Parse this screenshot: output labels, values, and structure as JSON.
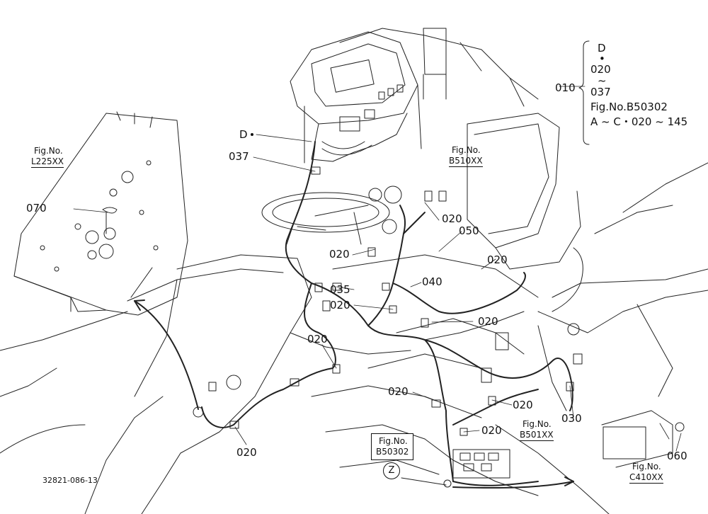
{
  "diagram_id": "32821-086-13",
  "note": {
    "number": "010",
    "lines": [
      "D",
      "•",
      "020",
      "~",
      "037",
      "Fig.No.B50302",
      "A ~ C・020 ~ 145"
    ]
  },
  "references": {
    "fig_l225": {
      "prefix": "Fig.No.",
      "code": "L225XX"
    },
    "fig_b510": {
      "prefix": "Fig.No.",
      "code": "B510XX"
    },
    "fig_b50302": {
      "prefix": "Fig.No.",
      "code": "B50302",
      "marker": "Z"
    },
    "fig_b501": {
      "prefix": "Fig.No.",
      "code": "B501XX"
    },
    "fig_c410": {
      "prefix": "Fig.No.",
      "code": "C410XX"
    }
  },
  "callouts": {
    "d": "D",
    "p037": "037",
    "p070": "070",
    "p020_a": "020",
    "p020_b": "020",
    "p050": "050",
    "p020_c": "020",
    "p020_d": "020",
    "p035": "035",
    "p040": "040",
    "p020_e": "020",
    "p020_f": "020",
    "p020_g": "020",
    "p020_h": "020",
    "p020_i": "020",
    "p020_j": "020",
    "p030": "030",
    "p060": "060"
  }
}
